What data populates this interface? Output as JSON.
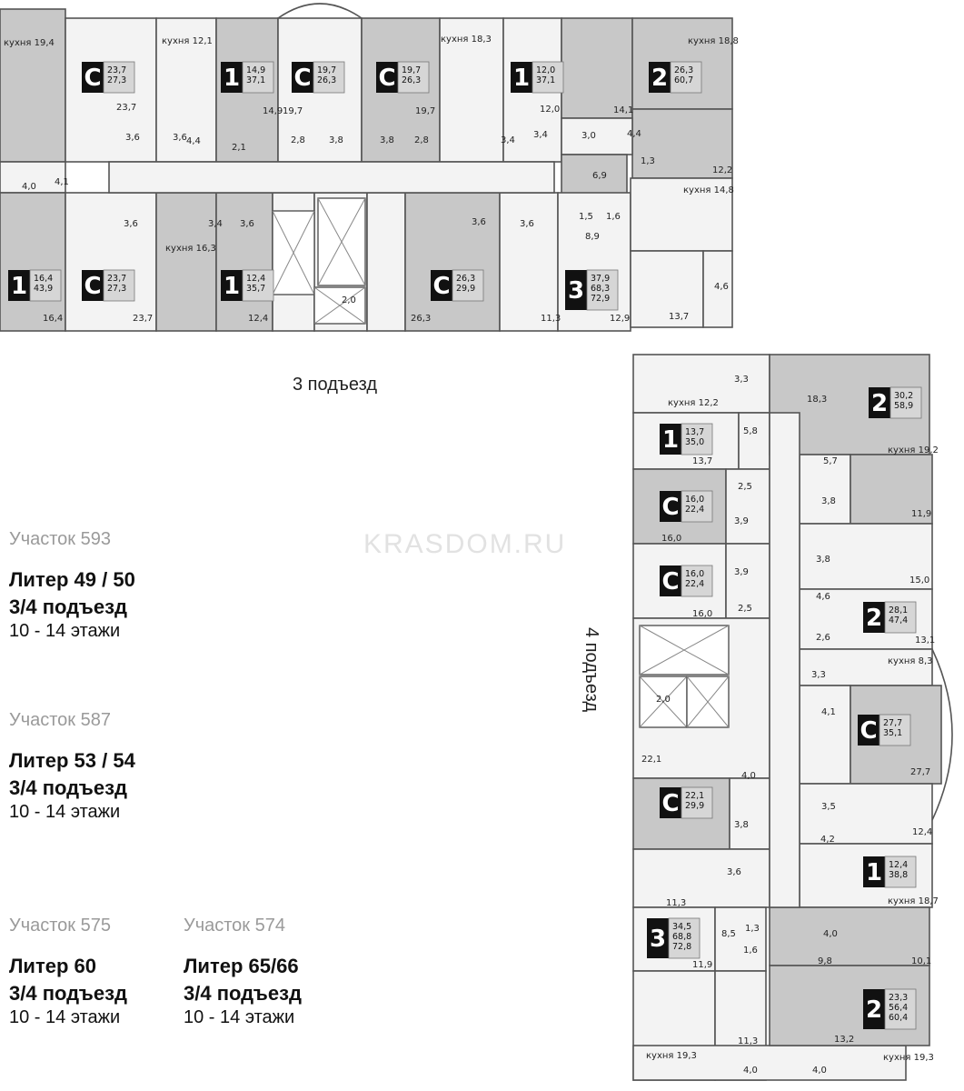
{
  "watermark": "KRASDOM.RU",
  "entrance3": {
    "label": "3 подъезд",
    "apartments": [
      {
        "type": "С",
        "areas": [
          "23,7",
          "27,3"
        ]
      },
      {
        "type": "1",
        "areas": [
          "14,9",
          "37,1"
        ]
      },
      {
        "type": "С",
        "areas": [
          "19,7",
          "26,3"
        ]
      },
      {
        "type": "С",
        "areas": [
          "19,7",
          "26,3"
        ]
      },
      {
        "type": "1",
        "areas": [
          "12,0",
          "37,1"
        ]
      },
      {
        "type": "2",
        "areas": [
          "26,3",
          "60,7"
        ]
      },
      {
        "type": "1",
        "areas": [
          "16,4",
          "43,9"
        ]
      },
      {
        "type": "С",
        "areas": [
          "23,7",
          "27,3"
        ]
      },
      {
        "type": "1",
        "areas": [
          "12,4",
          "35,7"
        ]
      },
      {
        "type": "С",
        "areas": [
          "26,3",
          "29,9"
        ]
      },
      {
        "type": "3",
        "areas": [
          "37,9",
          "68,3",
          "72,9"
        ]
      }
    ],
    "room_labels": [
      "кухня 19,4",
      "кухня 12,1",
      "кухня 18,3",
      "кухня 18,8",
      "14,9",
      "19,7",
      "19,7",
      "14,1",
      "23,7",
      "12,0",
      "3,6",
      "3,6",
      "4,4",
      "2,1",
      "2,8",
      "3,8",
      "3,8",
      "2,8",
      "3,4",
      "3,4",
      "3,0",
      "4,4",
      "1,3",
      "12,2",
      "6,9",
      "кухня 14,8",
      "4,0",
      "4,1",
      "3,6",
      "3,4",
      "3,6",
      "3,6",
      "3,6",
      "1,5",
      "1,6",
      "8,9",
      "кухня 16,3",
      "4,6",
      "2,0",
      "16,4",
      "23,7",
      "12,4",
      "26,3",
      "11,3",
      "12,9",
      "13,7"
    ]
  },
  "entrance4": {
    "label": "4 подъезд",
    "apartments": [
      {
        "type": "1",
        "areas": [
          "13,7",
          "35,0"
        ]
      },
      {
        "type": "С",
        "areas": [
          "16,0",
          "22,4"
        ]
      },
      {
        "type": "С",
        "areas": [
          "16,0",
          "22,4"
        ]
      },
      {
        "type": "С",
        "areas": [
          "22,1",
          "29,9"
        ]
      },
      {
        "type": "3",
        "areas": [
          "34,5",
          "68,8",
          "72,8"
        ]
      },
      {
        "type": "2",
        "areas": [
          "30,2",
          "58,9"
        ]
      },
      {
        "type": "2",
        "areas": [
          "28,1",
          "47,4"
        ]
      },
      {
        "type": "С",
        "areas": [
          "27,7",
          "35,1"
        ]
      },
      {
        "type": "1",
        "areas": [
          "12,4",
          "38,8"
        ]
      },
      {
        "type": "2",
        "areas": [
          "23,3",
          "56,4",
          "60,4"
        ]
      }
    ],
    "room_labels": [
      "3,3",
      "кухня 12,2",
      "5,8",
      "13,7",
      "2,5",
      "3,9",
      "16,0",
      "3,9",
      "2,5",
      "16,0",
      "2,0",
      "22,1",
      "4,0",
      "3,8",
      "3,6",
      "11,3",
      "1,3",
      "8,5",
      "1,6",
      "11,9",
      "11,3",
      "кухня 19,3",
      "4,0",
      "4,0",
      "18,3",
      "кухня 19,2",
      "5,7",
      "3,8",
      "11,9",
      "3,8",
      "15,0",
      "4,6",
      "2,6",
      "13,1",
      "3,3",
      "кухня 8,3",
      "4,1",
      "27,7",
      "3,5",
      "12,4",
      "4,2",
      "кухня 18,7",
      "4,0",
      "9,8",
      "10,1",
      "13,2",
      "кухня 19,3"
    ]
  },
  "plots": [
    {
      "plot": "Участок 593",
      "liter": "Литер 49 / 50",
      "entrances": "3/4 подъезд",
      "floors": "10 - 14 этажи"
    },
    {
      "plot": "Участок 587",
      "liter": "Литер 53 / 54",
      "entrances": "3/4 подъезд",
      "floors": "10 - 14 этажи"
    },
    {
      "plot": "Участок 575",
      "liter": "Литер 60",
      "entrances": "3/4 подъезд",
      "floors": "10 - 14  этажи"
    },
    {
      "plot": "Участок 574",
      "liter": "Литер 65/66",
      "entrances": "3/4 подъезд",
      "floors": "10 - 14 этажи"
    }
  ],
  "colors": {
    "apartment_fill": "#c8c8c8",
    "room_fill": "#f3f3f3",
    "wall": "#555555",
    "badge": "#111111",
    "plot_text": "#9a9a9a"
  }
}
